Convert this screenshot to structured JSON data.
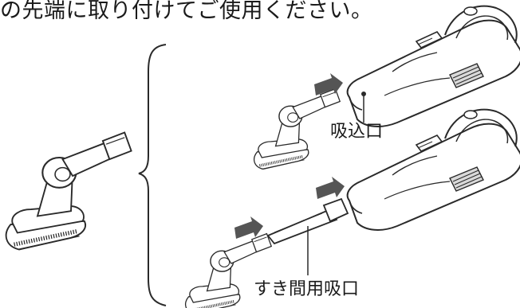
{
  "header": {
    "text": "の先端に取り付けてご使用ください。"
  },
  "labels": {
    "suction_port": "吸込口",
    "crevice_tool": "すき間用吸口"
  },
  "colors": {
    "line": "#2a2a2a",
    "arrow": "#555555",
    "fill": "#ffffff",
    "shade": "#d9d9d9"
  }
}
